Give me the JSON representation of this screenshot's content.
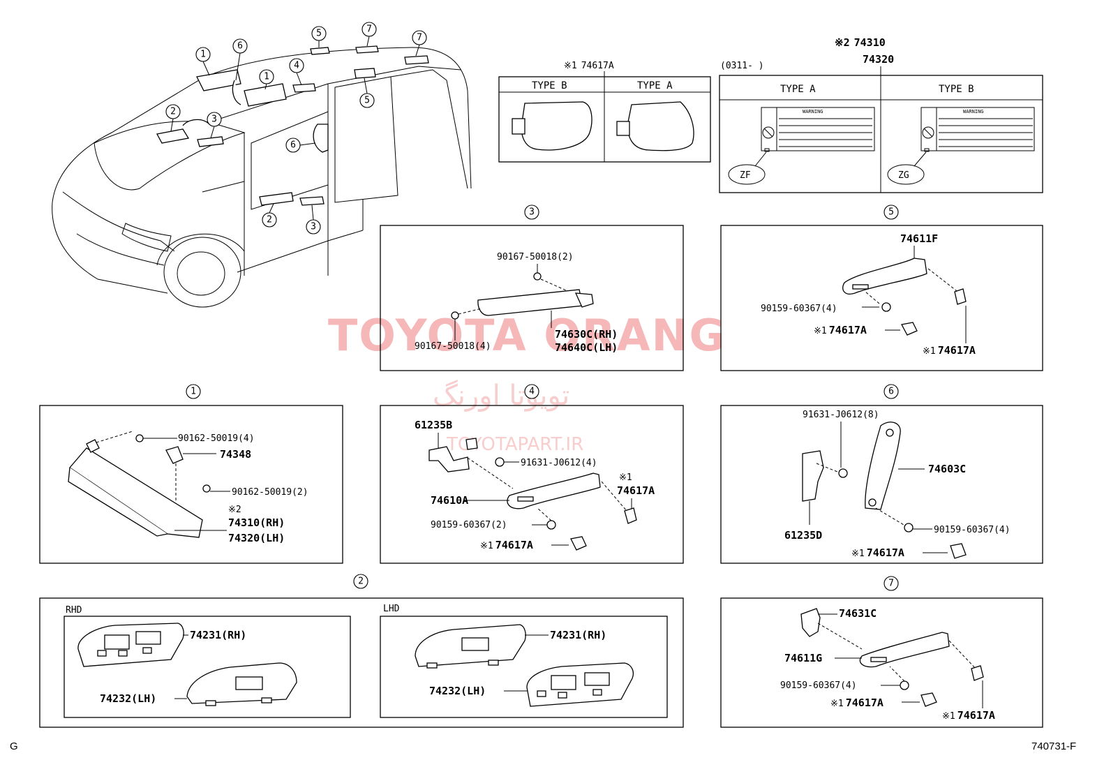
{
  "watermark": {
    "brand": "TOYOTA ORANG",
    "persian": "تویوتا اورنگ",
    "site": "TOYOTAPART.IR"
  },
  "footer": {
    "left": "G",
    "right": "740731-F"
  },
  "overview": {
    "callouts": [
      "1",
      "6",
      "5",
      "7",
      "7",
      "1",
      "4",
      "5",
      "2",
      "3",
      "6",
      "2",
      "3"
    ]
  },
  "top_mirror": {
    "label_prefix": "※1",
    "part": "74617A",
    "type_b": "TYPE B",
    "type_a": "TYPE A"
  },
  "top_label": {
    "note": "※2",
    "part1": "74310",
    "part2": "74320",
    "date": "(0311-      )",
    "type_a": "TYPE A",
    "type_b": "TYPE B",
    "warning": "WARNING",
    "code_a": "ZF",
    "code_b": "ZG"
  },
  "sections": {
    "s1": {
      "num": "1",
      "p1": "90162-50019(4)",
      "p2": "74348",
      "p3": "90162-50019(2)",
      "note": "※2",
      "p4": "74310(RH)",
      "p5": "74320(LH)"
    },
    "s2": {
      "num": "2",
      "rhd": "RHD",
      "lhd": "LHD",
      "rh": "74231(RH)",
      "lh": "74232(LH)"
    },
    "s3": {
      "num": "3",
      "p1": "90167-50018(2)",
      "p2": "90167-50018(4)",
      "p3": "74630C(RH)",
      "p4": "74640C(LH)"
    },
    "s4": {
      "num": "4",
      "p1": "61235B",
      "p2": "91631-J0612(4)",
      "note": "※1",
      "p3": "74617A",
      "p4": "74610A",
      "p5": "90159-60367(2)",
      "p6": "74617A"
    },
    "s5": {
      "num": "5",
      "p1": "74611F",
      "p2": "90159-60367(4)",
      "p3": "74617A",
      "p4": "74617A"
    },
    "s6": {
      "num": "6",
      "p1": "91631-J0612(8)",
      "p2": "74603C",
      "p3": "61235D",
      "p4": "90159-60367(4)",
      "p5": "74617A"
    },
    "s7": {
      "num": "7",
      "p1": "74631C",
      "p2": "74611G",
      "p3": "90159-60367(4)",
      "p4": "74617A",
      "p5": "74617A"
    },
    "mark": "※1"
  }
}
